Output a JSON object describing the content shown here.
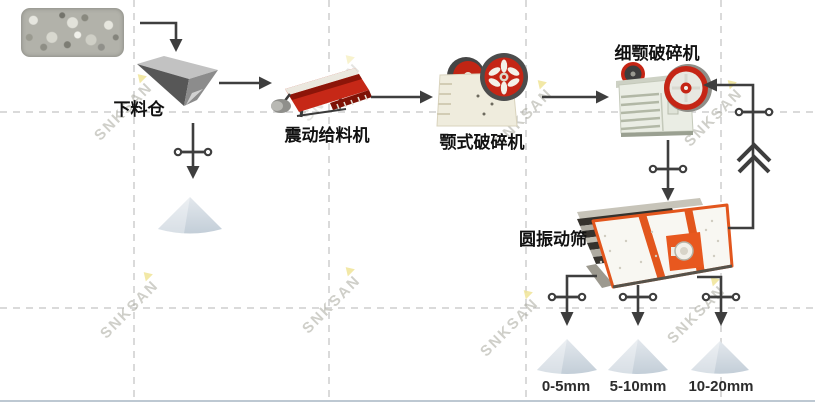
{
  "watermark": {
    "text": "SNKSAN"
  },
  "nodes": {
    "feed_bin": {
      "label": "下料仓"
    },
    "vibrating_feeder": {
      "label": "震动给料机"
    },
    "jaw_crusher": {
      "label": "颚式破碎机"
    },
    "fine_jaw_crusher": {
      "label": "细颚破碎机"
    },
    "vibrating_screen": {
      "label": "圆振动筛"
    }
  },
  "products": {
    "fine": {
      "label": "0-5mm"
    },
    "medium": {
      "label": "5-10mm"
    },
    "coarse": {
      "label": "10-20mm"
    }
  },
  "flow": [
    "raw_stones -> feed_bin",
    "feed_bin -> stockpile",
    "feed_bin -> vibrating_feeder",
    "vibrating_feeder -> jaw_crusher",
    "jaw_crusher -> fine_jaw_crusher",
    "fine_jaw_crusher -> vibrating_screen",
    "vibrating_screen -> fine_jaw_crusher (oversize return)",
    "vibrating_screen -> product 0-5mm",
    "vibrating_screen -> product 5-10mm",
    "vibrating_screen -> product 10-20mm"
  ],
  "colors": {
    "machine_red": "#c52515",
    "machine_orange": "#e8581f",
    "body_beige": "#efecdd",
    "body_gray_green": "#eaede4",
    "pile_gray_blue": "#ccd5de",
    "arrow_line": "#3e3e3e",
    "grid_dash": "#dadada",
    "watermark_gray": "#a8a89c"
  }
}
